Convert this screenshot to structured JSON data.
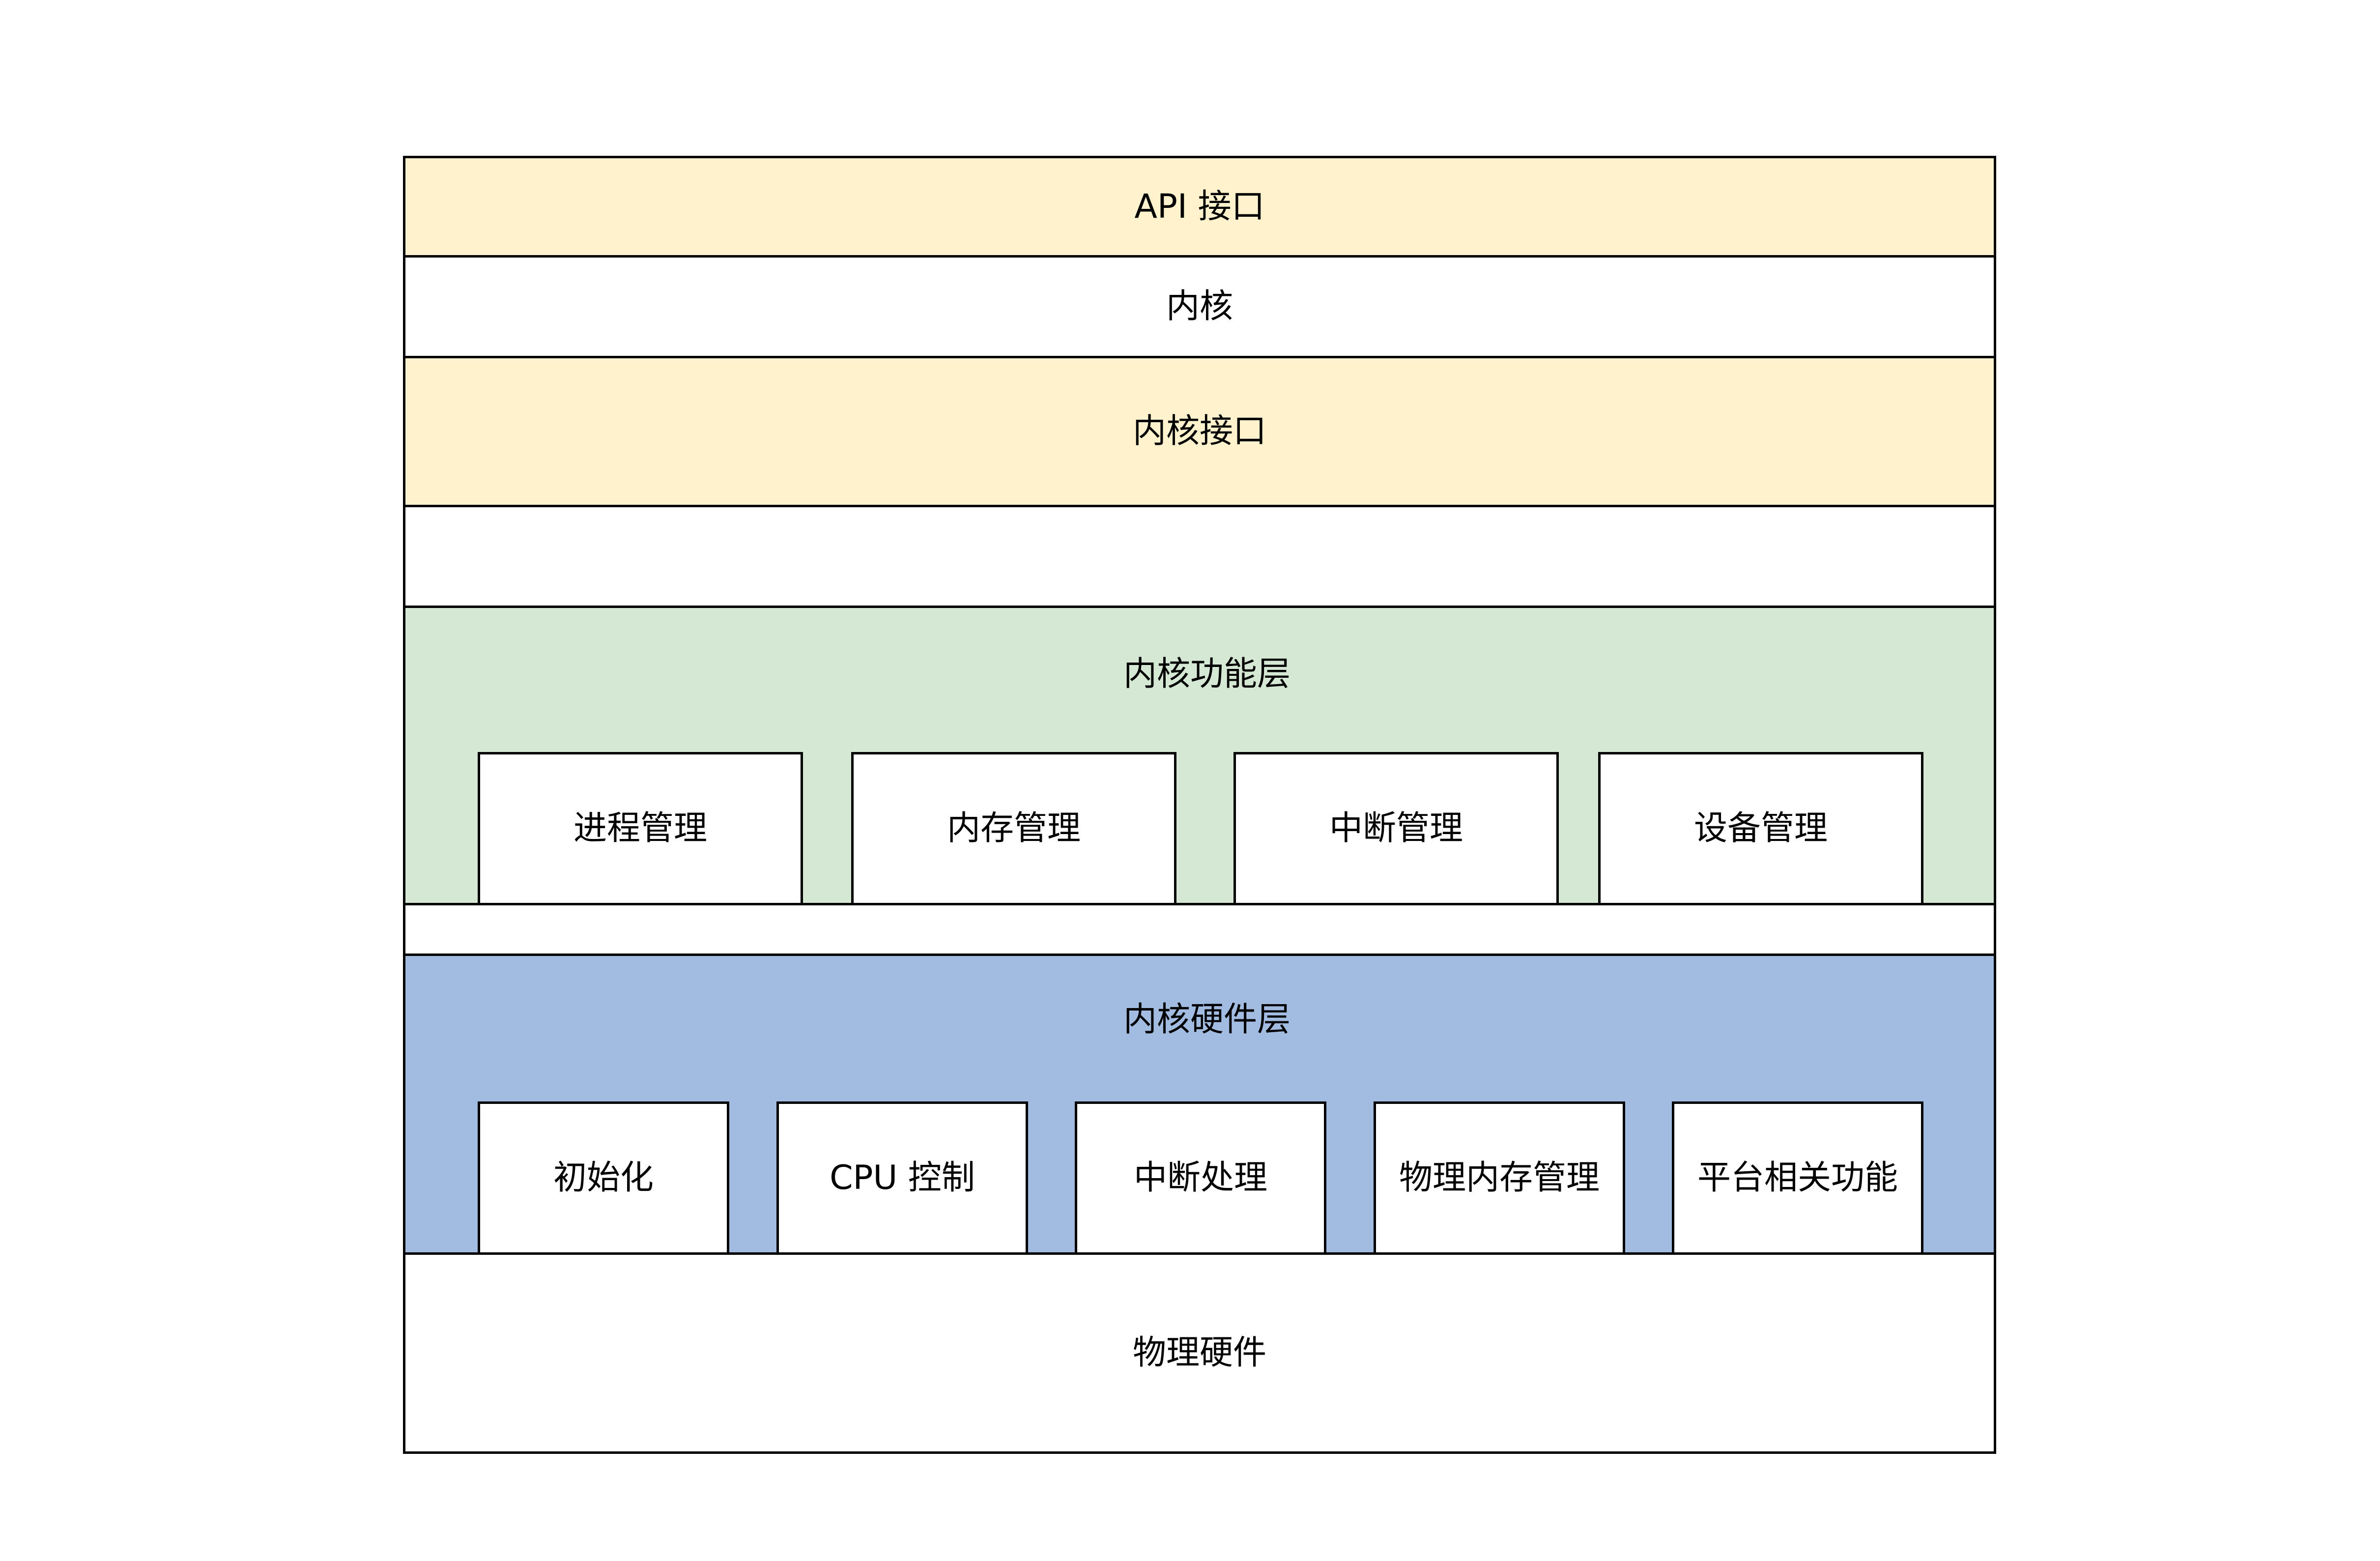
{
  "colors": {
    "interface_fill": "#fff2cc",
    "plain_fill": "#ffffff",
    "function_layer_fill": "#d5e8d4",
    "hardware_layer_fill": "#a2bbe0",
    "border": "#000000"
  },
  "layers": {
    "api": "API 接口",
    "kernel": "内核",
    "kernel_interface": "内核接口",
    "spacer_top": "",
    "function_layer": {
      "title": "内核功能层",
      "modules": [
        "进程管理",
        "内存管理",
        "中断管理",
        "设备管理"
      ]
    },
    "spacer_mid": "",
    "hardware_layer": {
      "title": "内核硬件层",
      "modules": [
        "初始化",
        "CPU 控制",
        "中断处理",
        "物理内存管理",
        "平台相关功能"
      ]
    },
    "physical_hardware": "物理硬件"
  }
}
